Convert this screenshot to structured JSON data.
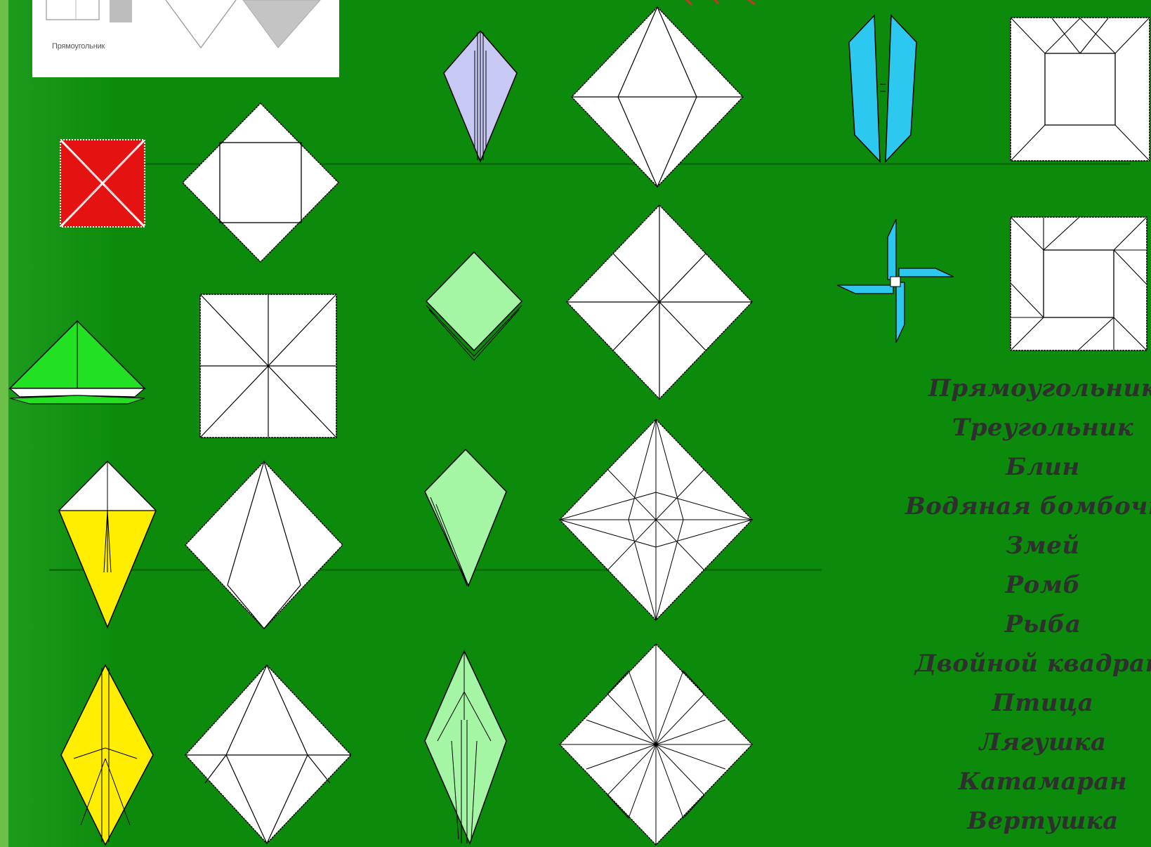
{
  "thumbnail": {
    "label": "Прямоугольник"
  },
  "base_forms_list": [
    "Прямоугольник",
    "Треугольник",
    "Блин",
    "Водяная бомбочка",
    "Змей",
    "Ромб",
    "Рыба",
    "Двойной квадрат",
    "Птица",
    "Лягушка",
    "Катамаран",
    "Вертушка"
  ],
  "colors": {
    "background": "#0b8a0b",
    "list_text": "#2f2f2f",
    "red_figure": "#e51212",
    "green_figure": "#22e022",
    "yellow_figure": "#ffee00",
    "lilac_figure": "#c8c8f4",
    "mint_figure": "#a4f5a4",
    "cyan_figure": "#2cc8f0"
  },
  "icons": [
    "red-square-figure",
    "green-triangle-figure",
    "yellow-kite-figure",
    "yellow-fish-figure",
    "lilac-bird-figure",
    "mint-square-figure",
    "mint-kite-figure",
    "mint-frog-figure",
    "cyan-catamaran-figure",
    "cyan-pinwheel-figure"
  ]
}
